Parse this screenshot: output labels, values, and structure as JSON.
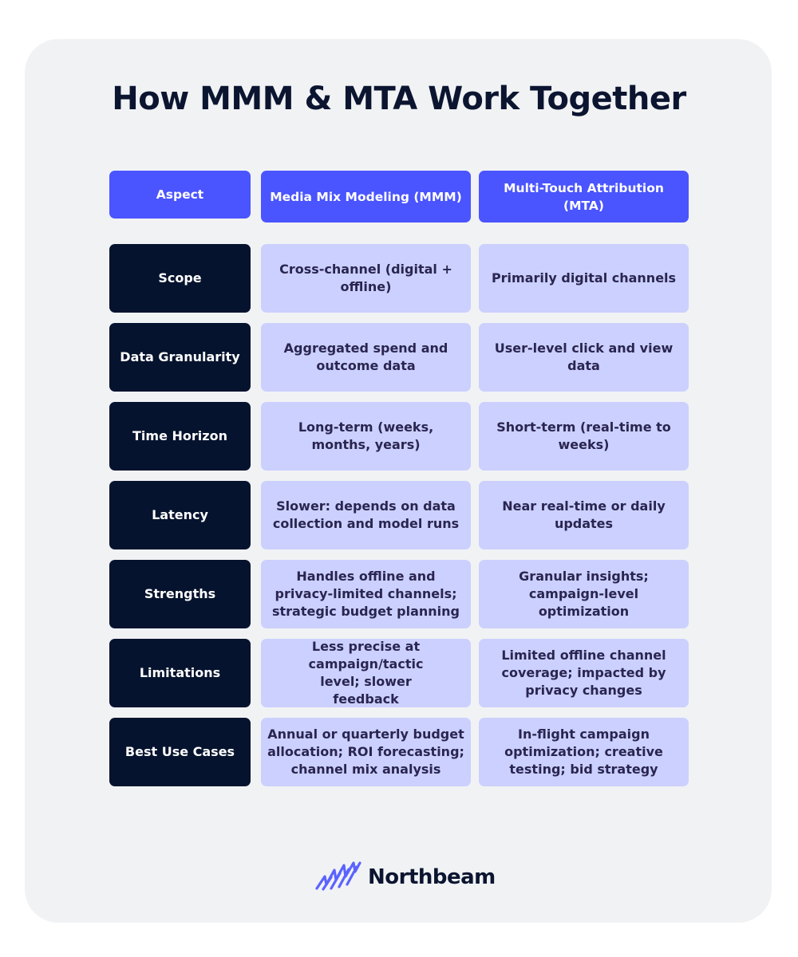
{
  "title": "How MMM & MTA Work Together",
  "table": {
    "headers": [
      "Aspect",
      "Media Mix Modeling (MMM)",
      "Multi-Touch Attribution (MTA)"
    ],
    "rows": [
      {
        "aspect": "Scope",
        "mmm": "Cross-channel (digital + offline)",
        "mta": "Primarily digital channels"
      },
      {
        "aspect": "Data Granularity",
        "mmm": "Aggregated spend and outcome data",
        "mta": "User-level click and view data"
      },
      {
        "aspect": "Time Horizon",
        "mmm": "Long-term (weeks, months, years)",
        "mta": "Short-term (real-time to weeks)"
      },
      {
        "aspect": "Latency",
        "mmm": "Slower: depends on data collection and model runs",
        "mta": "Near real-time or daily updates"
      },
      {
        "aspect": "Strengths",
        "mmm": "Handles offline and privacy-limited channels; strategic budget planning",
        "mta": "Granular insights; campaign-level optimization"
      },
      {
        "aspect": "Limitations",
        "mmm": "Less precise at campaign/tactic level; slower feedback",
        "mta": "Limited offline channel coverage; impacted by privacy changes"
      },
      {
        "aspect": "Best Use Cases",
        "mmm": "Annual or quarterly budget allocation; ROI forecasting; channel mix analysis",
        "mta": "In-flight campaign optimization; creative testing; bid strategy"
      }
    ]
  },
  "logo": {
    "text": "Northbeam",
    "icon": "northbeam-logo-icon"
  },
  "colors": {
    "header_bg": "#4a54ff",
    "aspect_bg": "#06132e",
    "value_bg": "#cbd0fe",
    "card_bg": "#f1f2f4",
    "title": "#0b1530"
  }
}
